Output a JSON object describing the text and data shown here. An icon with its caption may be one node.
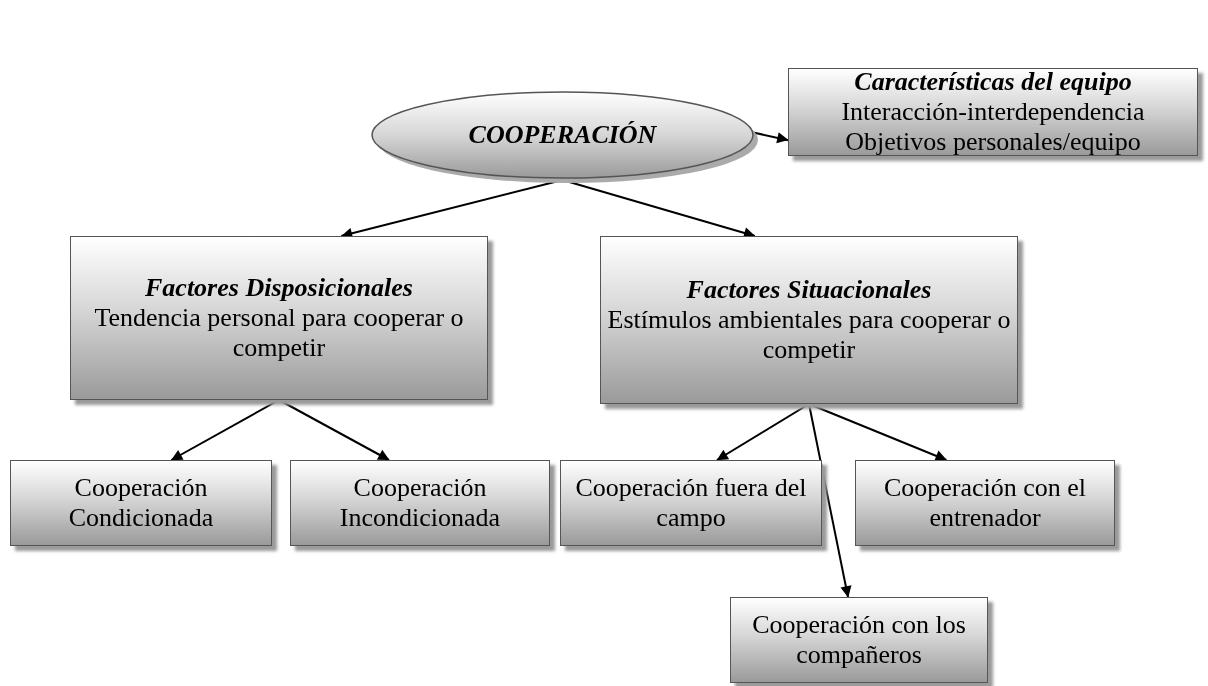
{
  "diagram": {
    "nodes": [
      {
        "text": [
          "COOPERACIÓN"
        ]
      },
      {
        "text": [
          "Características del equipo",
          "Interacción-interdependencia",
          "Objetivos personales/equipo"
        ]
      },
      {
        "text": [
          "Factores Disposicionales",
          "Tendencia personal para cooperar o competir"
        ]
      },
      {
        "text": [
          "Factores Situacionales",
          "Estímulos ambientales para cooperar o competir"
        ]
      },
      {
        "text": [
          "Cooperación Condicionada"
        ]
      },
      {
        "text": [
          "Cooperación Incondicionada"
        ]
      },
      {
        "text": [
          "Cooperación fuera del campo"
        ]
      },
      {
        "text": [
          "Cooperación con el entrenador"
        ]
      },
      {
        "text": [
          "Cooperación con los compañeros"
        ]
      }
    ],
    "edges": [
      {
        "from": 0,
        "to": 1,
        "arrow": "to"
      },
      {
        "from": 0,
        "to": 2,
        "arrow": "to"
      },
      {
        "from": 0,
        "to": 3,
        "arrow": "to"
      },
      {
        "from": 2,
        "to": 4,
        "arrow": "to"
      },
      {
        "from": 2,
        "to": 5,
        "arrow": "to"
      },
      {
        "from": 3,
        "to": 6,
        "arrow": "to"
      },
      {
        "from": 3,
        "to": 7,
        "arrow": "to"
      },
      {
        "from": 3,
        "to": 8,
        "arrow": "to"
      }
    ]
  }
}
